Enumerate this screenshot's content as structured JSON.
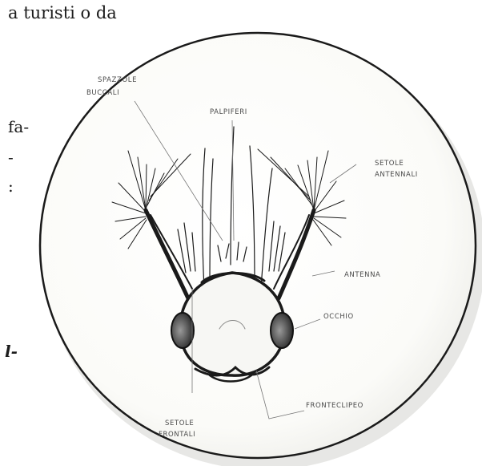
{
  "text_fragments": {
    "line1": "a turisti o da",
    "line2": "fa-",
    "line3": "-",
    "line4": ":",
    "line5": "l-"
  },
  "illustration_labels": {
    "top_left": [
      "SPAZZOLE",
      "BUCCALI"
    ],
    "top_center": "PALPIFERI",
    "right_top": [
      "SETOLE",
      "ANTENNALI"
    ],
    "right_middle": "ANTENNA",
    "right_lower": "OCCHIO",
    "bottom_right": "FRONTECLIPEO",
    "bottom_left": [
      "SETOLE",
      "FRONTALI"
    ]
  }
}
